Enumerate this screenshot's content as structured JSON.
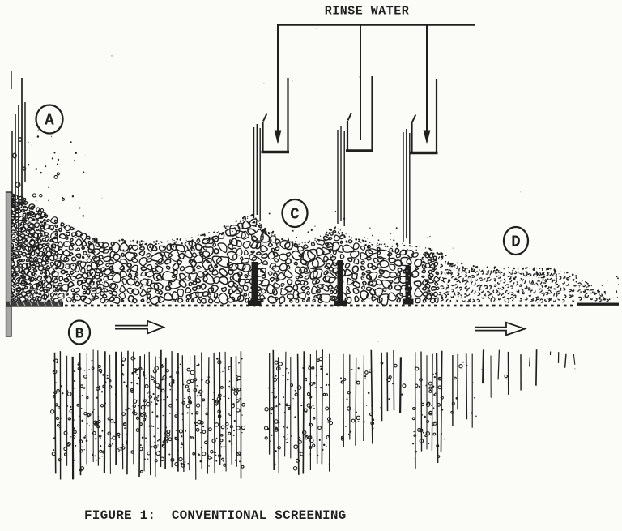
{
  "header": {
    "rinse_water": "RINSE WATER"
  },
  "labels": {
    "a": "A",
    "b": "B",
    "c": "C",
    "d": "D"
  },
  "caption": {
    "text": "FIGURE 1:  CONVENTIONAL SCREENING"
  },
  "colors": {
    "ink": "#1f1f1f",
    "paper": "#fbfbf8",
    "plate_fill": "#a6a6a6",
    "ledge_fill": "#3c3c3c",
    "noise": "#c9c9c4"
  }
}
